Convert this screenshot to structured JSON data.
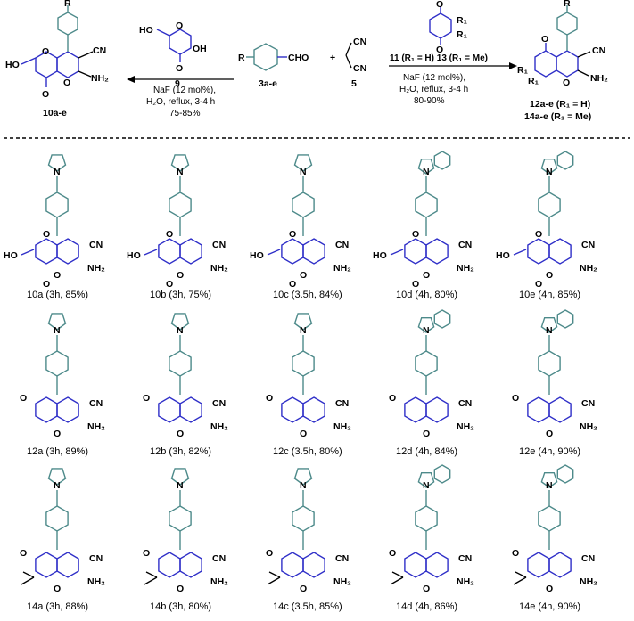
{
  "scheme": {
    "aldehyde": {
      "label": "3a-e",
      "substituent": "R",
      "group": "CHO"
    },
    "plus": "+",
    "malononitrile": {
      "label": "5",
      "group1": "CN",
      "group2": "CN"
    },
    "left_reagent": {
      "label": "9"
    },
    "left_conditions": [
      "NaF (12 mol%),",
      "H₂O, reflux, 3-4 h",
      "75-85%"
    ],
    "left_product": {
      "label": "10a-e"
    },
    "right_reagent": {
      "label": "11 (R₁ = H) 13 (R₁ = Me)"
    },
    "right_conditions": [
      "NaF (12 mol%),",
      "H₂O, reflux, 3-4 h",
      "80-90%"
    ],
    "right_product": {
      "labels": [
        "12a-e (R₁ = H)",
        "14a-e (R₁ = Me)"
      ]
    }
  },
  "atoms": {
    "HO": "HO",
    "OH": "OH",
    "CN": "CN",
    "NH2": "NH₂",
    "O": "O",
    "R": "R",
    "R1": "R₁"
  },
  "products": [
    {
      "id": "10a",
      "caption": "10a (3h, 85%)"
    },
    {
      "id": "10b",
      "caption": "10b (3h, 75%)"
    },
    {
      "id": "10c",
      "caption": "10c (3.5h, 84%)"
    },
    {
      "id": "10d",
      "caption": "10d (4h, 80%)"
    },
    {
      "id": "10e",
      "caption": "10e (4h, 85%)"
    },
    {
      "id": "12a",
      "caption": "12a (3h, 89%)"
    },
    {
      "id": "12b",
      "caption": "12b (3h, 82%)"
    },
    {
      "id": "12c",
      "caption": "12c (3.5h, 80%)"
    },
    {
      "id": "12d",
      "caption": "12d (4h, 84%)"
    },
    {
      "id": "12e",
      "caption": "12e (4h, 90%)"
    },
    {
      "id": "14a",
      "caption": "14a (3h, 88%)"
    },
    {
      "id": "14b",
      "caption": "14b (3h, 80%)"
    },
    {
      "id": "14c",
      "caption": "14c (3.5h, 85%)"
    },
    {
      "id": "14d",
      "caption": "14d (4h, 86%)"
    },
    {
      "id": "14e",
      "caption": "14e (4h, 90%)"
    }
  ],
  "colors": {
    "blue": "#2f2fc8",
    "teal": "#4d8a8a",
    "black": "#000000"
  }
}
